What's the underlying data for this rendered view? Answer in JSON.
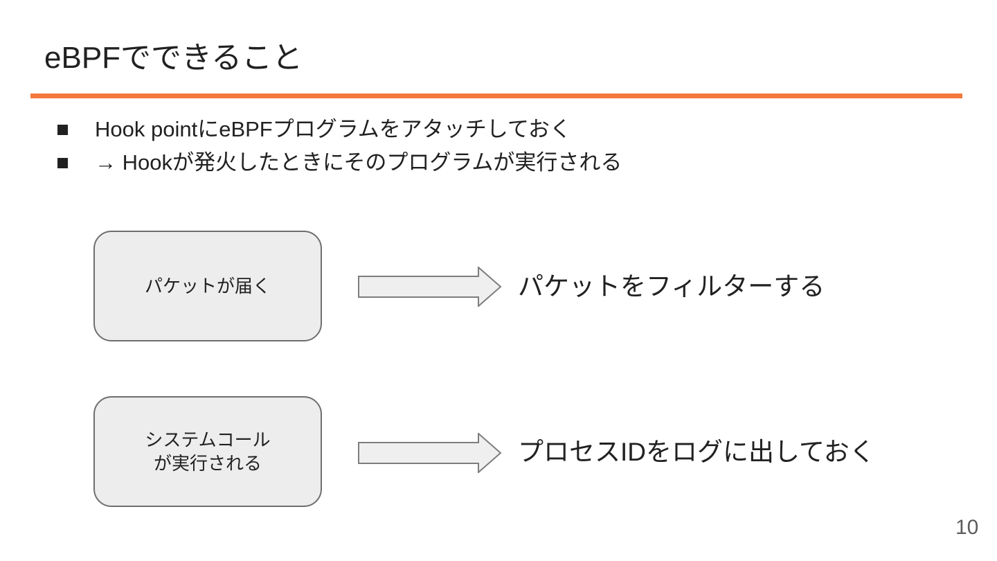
{
  "title": "eBPFでできること",
  "bullets": [
    "Hook pointにeBPFプログラムをアタッチしておく",
    "→ Hookが発火したときにそのプログラムが実行される"
  ],
  "diagram": {
    "rows": [
      {
        "box_lines": [
          "パケットが届く"
        ],
        "label": "パケットをフィルターする"
      },
      {
        "box_lines": [
          "システムコール",
          "が実行される"
        ],
        "label": "プロセスIDをログに出しておく"
      }
    ]
  },
  "page_number": "10",
  "colors": {
    "accent": "#F4793D",
    "shape_fill": "#EDEDED",
    "shape_border": "#6E6E6E",
    "text": "#212121",
    "page_number": "#5C5C5C"
  },
  "icons": {
    "bullet": "square-bullet",
    "arrow": "right-block-arrow"
  }
}
